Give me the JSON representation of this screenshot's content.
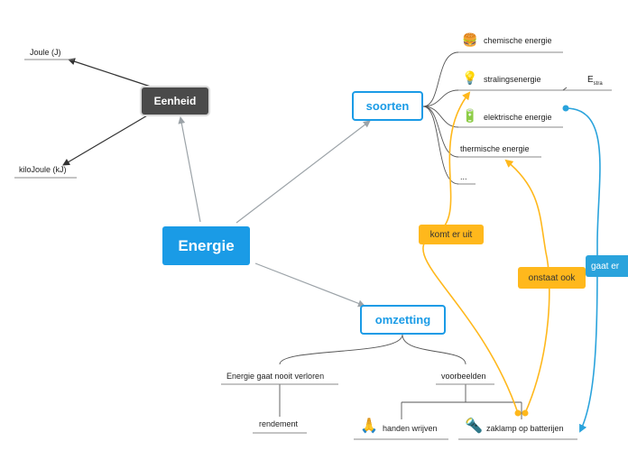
{
  "central": {
    "label": "Energie"
  },
  "eenheid": {
    "label": "Eenheid",
    "children": [
      "Joule (J)",
      "kiloJoule (kJ)"
    ]
  },
  "soorten": {
    "label": "soorten",
    "items": [
      {
        "label": "chemische energie",
        "icon": "burger-icon"
      },
      {
        "label": "stralingsenergie",
        "icon": "lightbulb-icon"
      },
      {
        "label": "elektrische energie",
        "icon": "battery-icon"
      },
      {
        "label": "thermische energie",
        "icon": ""
      },
      {
        "label": "...",
        "icon": ""
      }
    ],
    "estra": {
      "main": "E",
      "sub": "stra"
    }
  },
  "omzetting": {
    "label": "omzetting",
    "left_branch": {
      "label": "Energie gaat nooit verloren",
      "child": "rendement"
    },
    "right_branch": {
      "label": "voorbeelden",
      "children": [
        {
          "label": "handen wrijven",
          "icon": "praying-hands-icon"
        },
        {
          "label": "zaklamp op batterijen",
          "icon": "flashlight-icon"
        }
      ]
    }
  },
  "relations": [
    {
      "label": "komt er uit",
      "color": "#ffb81c"
    },
    {
      "label": "onstaat ook",
      "color": "#ffb81c"
    },
    {
      "label": "gaat er",
      "color": "#2aa3dc"
    }
  ],
  "colors": {
    "primary": "#1a9be6",
    "dark_node": "#4a4a4a",
    "relation_orange": "#ffb81c",
    "relation_blue": "#2aa3dc"
  }
}
